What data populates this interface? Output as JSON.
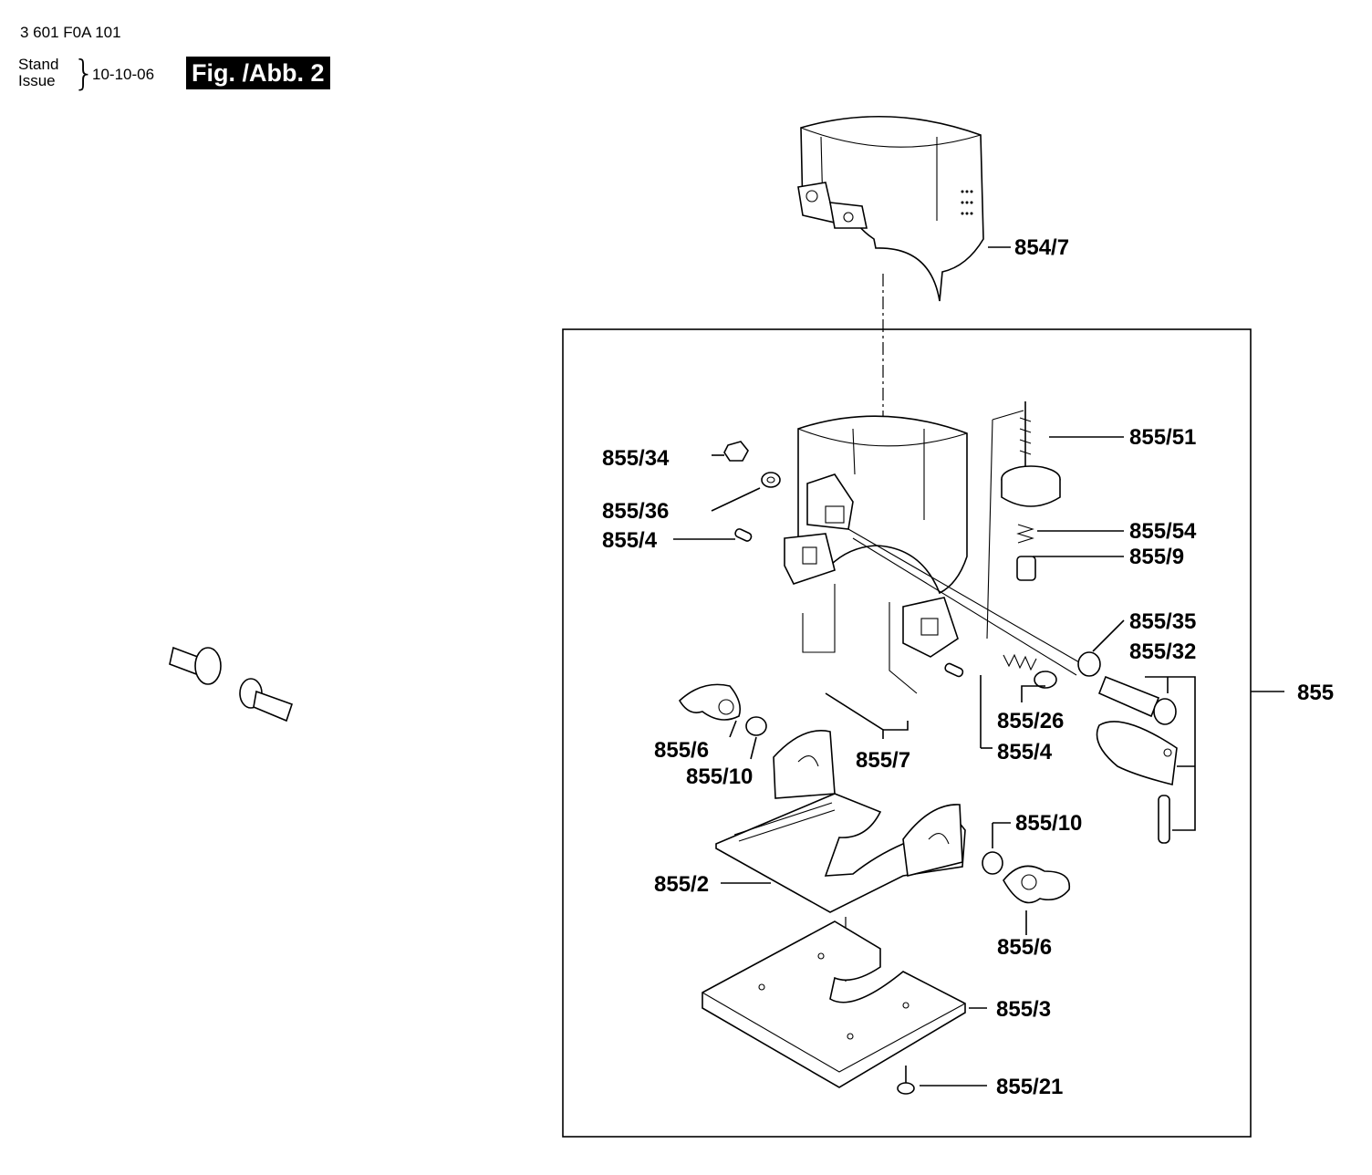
{
  "header": {
    "doc_number": "3 601 F0A 101",
    "stand_label": "Stand",
    "issue_label": "Issue",
    "date": "10-10-06",
    "figure_label": "Fig. /Abb. 2"
  },
  "callouts": {
    "c854_7": "854/7",
    "c855_51": "855/51",
    "c855_34": "855/34",
    "c855_36": "855/36",
    "c855_4a": "855/4",
    "c855_54": "855/54",
    "c855_9": "855/9",
    "c855_35": "855/35",
    "c855_32": "855/32",
    "c855": "855",
    "c855_26": "855/26",
    "c855_4b": "855/4",
    "c855_6a": "855/6",
    "c855_10a": "855/10",
    "c855_7": "855/7",
    "c855_10b": "855/10",
    "c855_2": "855/2",
    "c855_6b": "855/6",
    "c855_3": "855/3",
    "c855_21": "855/21"
  }
}
